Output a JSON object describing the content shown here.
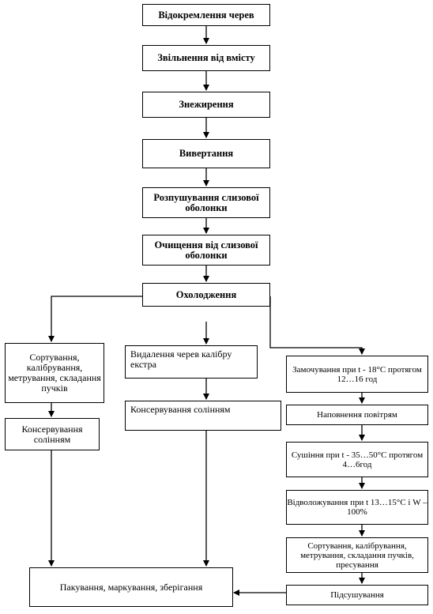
{
  "steps": {
    "s1": "Відокремлення черев",
    "s2": "Звільнення від вмісту",
    "s3": "Знежирення",
    "s4": "Вивертання",
    "s5": "Розпушування слизової оболонки",
    "s6": "Очищення від слизової оболонки",
    "s7": "Охолодження"
  },
  "left_branch": {
    "b1": "Сортування, калібрування, метрування, складання пучків",
    "b2": "Консервування солінням"
  },
  "middle_branch": {
    "m1": "Видалення черев калібру екстра",
    "m2": "Консервування солінням"
  },
  "right_branch": {
    "r1": "Замочування при t - 18°С протягом 12…16 год",
    "r2": "Наповнення повітрям",
    "r3": "Сушіння при t - 35…50°С протягом 4…6год",
    "r4": "Відволожування при t 13…15°С і W – 100%",
    "r5": "Сортування, калібрування, метрування, складання пучків, пресування",
    "r6": "Підсушування"
  },
  "final": "Пакування, маркування, зберігання"
}
